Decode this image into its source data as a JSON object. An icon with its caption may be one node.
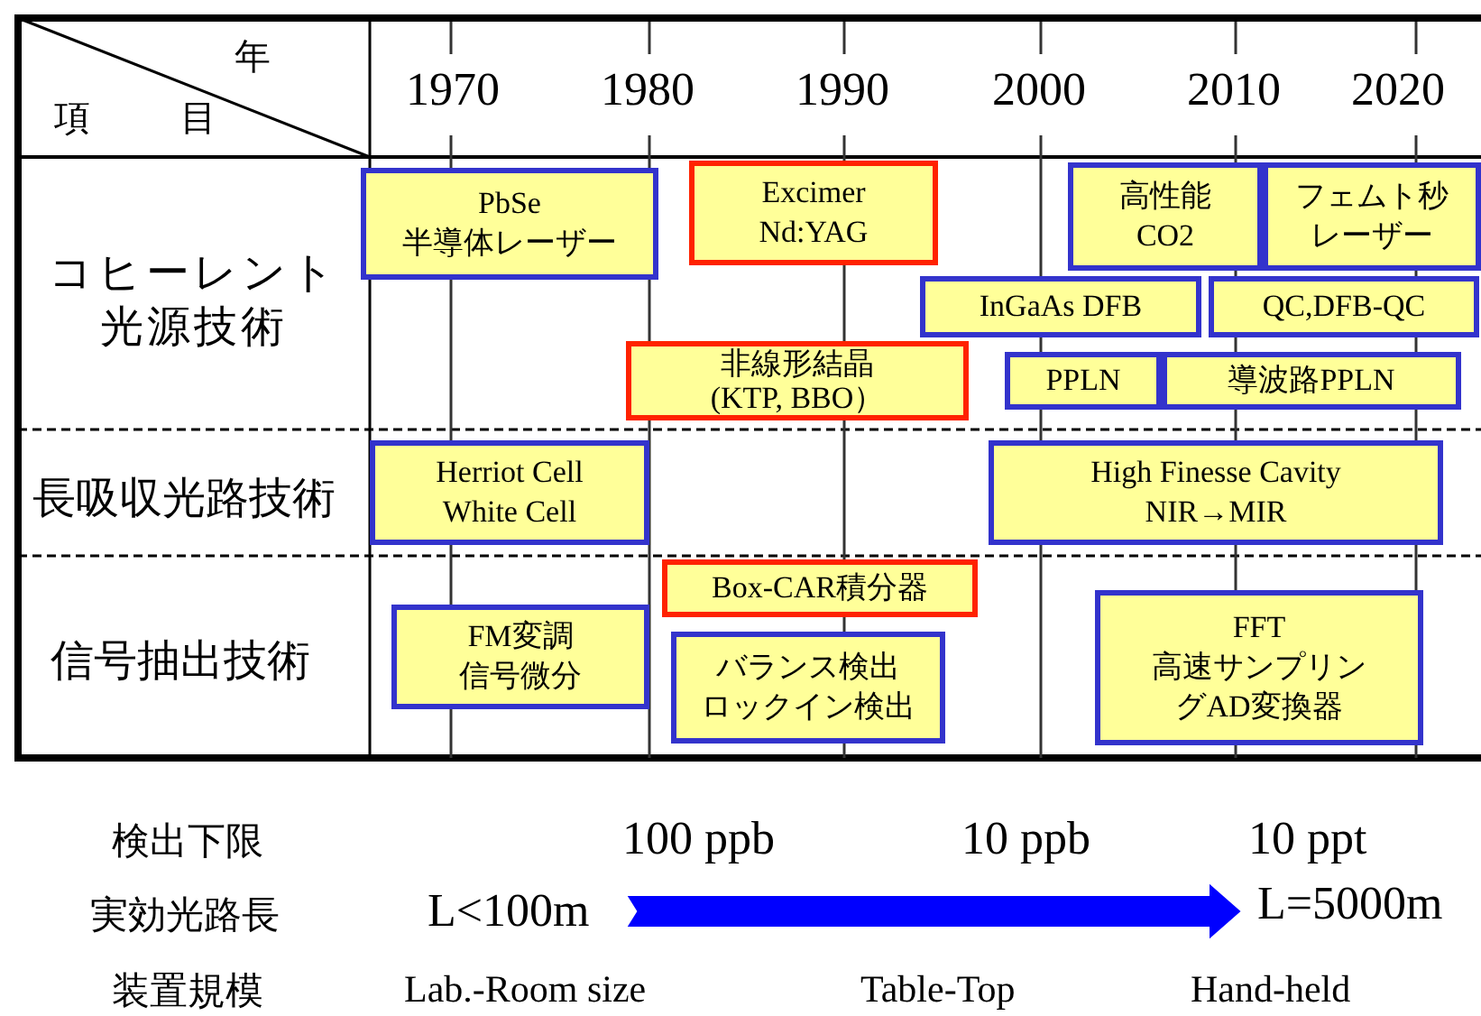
{
  "diagram": {
    "nodes": [
      {
        "text": [
          "PbSe 半導体レーザー"
        ]
      },
      {
        "text": [
          "Excimer Nd:YAG"
        ]
      },
      {
        "text": [
          "高性能 CO2"
        ]
      },
      {
        "text": [
          "フェムト秒レーザー"
        ]
      },
      {
        "text": [
          "InGaAs DFB"
        ]
      },
      {
        "text": [
          "QC,DFB-QC"
        ]
      },
      {
        "text": [
          "非線形結晶 (KTP, BBO）"
        ]
      },
      {
        "text": [
          "PPLN"
        ]
      },
      {
        "text": [
          "導波路PPLN"
        ]
      },
      {
        "text": [
          "Herriot Cell White Cell"
        ]
      },
      {
        "text": [
          "High Finesse Cavity NIR→MIR"
        ]
      },
      {
        "text": [
          "Box-CAR積分器"
        ]
      },
      {
        "text": [
          "FM変調信号微分"
        ]
      },
      {
        "text": [
          "バランス検出ロックイン検出"
        ]
      },
      {
        "text": [
          "FFT 高速サンプリングAD変換器"
        ]
      },
      {
        "text": [
          "L<100m"
        ]
      },
      {
        "text": [
          "L=5000m"
        ]
      }
    ],
    "edges": [
      {
        "from": 15,
        "to": 16,
        "arrow": "to",
        "style": "thick",
        "color": "#0000ff"
      }
    ],
    "labels": [
      "年",
      "項目",
      "1970",
      "1980",
      "1990",
      "2000",
      "2010",
      "2020",
      "コヒーレント光源技術",
      "長吸収光路技術",
      "信号抽出技術",
      "検出下限",
      "100 ppb",
      "10 ppb",
      "10 ppt",
      "実効光路長",
      "装置規模",
      "Lab.-Room size",
      "Table-Top",
      "Hand-held"
    ]
  }
}
